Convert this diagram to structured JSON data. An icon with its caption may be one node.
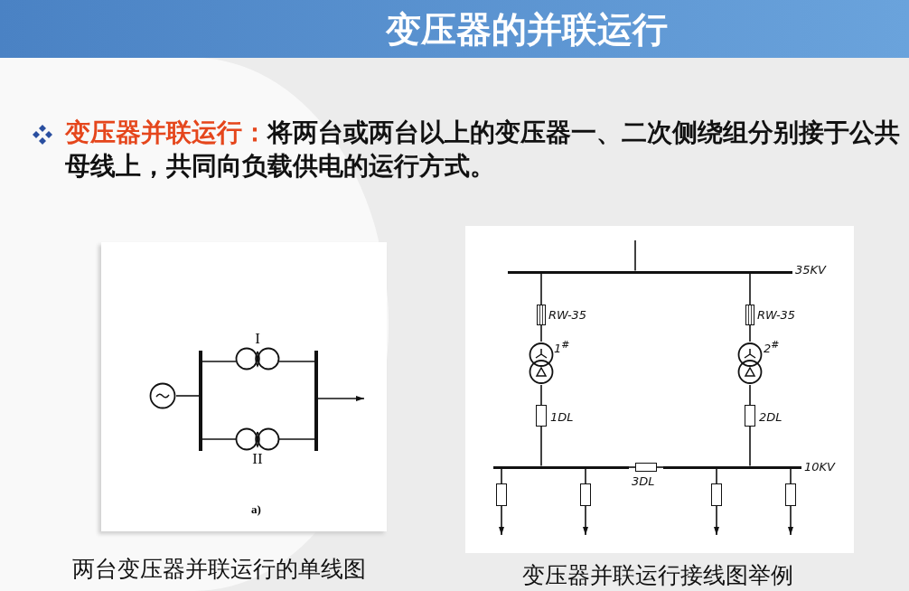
{
  "diagram": {
    "title": "变压器的并联运行",
    "nodes": [
      {
        "text": [],
        "shape": "circle"
      },
      {
        "text": [],
        "shape": "bar"
      },
      {
        "text": [
          "I"
        ]
      },
      {
        "text": [
          "II"
        ]
      },
      {
        "text": [],
        "shape": "bar"
      },
      {
        "text": [],
        "shape": "bar",
        "beside": [
          "35KV"
        ]
      },
      {
        "text": [],
        "shape": "box",
        "beside": [
          "RW-35"
        ]
      },
      {
        "text": [],
        "shape": "circle",
        "beside": [
          "1$^{#}$"
        ]
      },
      {
        "text": [],
        "shape": "box",
        "beside": [
          "1DL"
        ]
      },
      {
        "text": [],
        "shape": "box",
        "beside": [
          "RW-35"
        ]
      },
      {
        "text": [],
        "shape": "circle",
        "beside": [
          "2$^{#}$"
        ]
      },
      {
        "text": [],
        "shape": "box",
        "beside": [
          "2DL"
        ]
      },
      {
        "text": [],
        "shape": "bar"
      },
      {
        "text": [],
        "shape": "box",
        "beside": [
          "3DL"
        ]
      },
      {
        "text": [],
        "shape": "bar",
        "beside": [
          "10KV"
        ]
      },
      {
        "text": [],
        "shape": "box"
      },
      {
        "text": [],
        "shape": "box"
      },
      {
        "text": [],
        "shape": "box"
      },
      {
        "text": [],
        "shape": "box"
      }
    ],
    "edges": [
      {
        "from": 0,
        "to": 1,
        "arrow": "none"
      },
      {
        "from": 1,
        "to": 2,
        "arrow": "none"
      },
      {
        "from": 2,
        "to": 4,
        "arrow": "none"
      },
      {
        "from": 1,
        "to": 3,
        "arrow": "none"
      },
      {
        "from": 3,
        "to": 4,
        "arrow": "none"
      },
      {
        "from": 4,
        "to": null,
        "arrow": "to"
      },
      {
        "from": null,
        "to": 5,
        "arrow": "none"
      },
      {
        "from": 5,
        "to": 6,
        "arrow": "none"
      },
      {
        "from": 6,
        "to": 7,
        "arrow": "none"
      },
      {
        "from": 7,
        "to": 8,
        "arrow": "none"
      },
      {
        "from": 8,
        "to": 12,
        "arrow": "none"
      },
      {
        "from": 5,
        "to": 9,
        "arrow": "none"
      },
      {
        "from": 9,
        "to": 10,
        "arrow": "none"
      },
      {
        "from": 10,
        "to": 11,
        "arrow": "none"
      },
      {
        "from": 11,
        "to": 14,
        "arrow": "none"
      },
      {
        "from": 12,
        "to": 13,
        "arrow": "none"
      },
      {
        "from": 13,
        "to": 14,
        "arrow": "none"
      },
      {
        "from": 12,
        "to": 15,
        "arrow": "none"
      },
      {
        "from": 12,
        "to": 16,
        "arrow": "none"
      },
      {
        "from": 14,
        "to": 17,
        "arrow": "none"
      },
      {
        "from": 14,
        "to": 18,
        "arrow": "none"
      },
      {
        "from": 15,
        "to": null,
        "arrow": "to"
      },
      {
        "from": 16,
        "to": null,
        "arrow": "to"
      },
      {
        "from": 17,
        "to": null,
        "arrow": "to"
      },
      {
        "from": 18,
        "to": null,
        "arrow": "to"
      }
    ],
    "labels": [
      "变压器并联运行：",
      "将两台或两台以上的变压器一、二次侧绕组分别接于公共母线上，共同向负载供电的运行方式。",
      "a)",
      "两台变压器并联运行的单线图",
      "变压器并联运行接线图举例"
    ]
  }
}
